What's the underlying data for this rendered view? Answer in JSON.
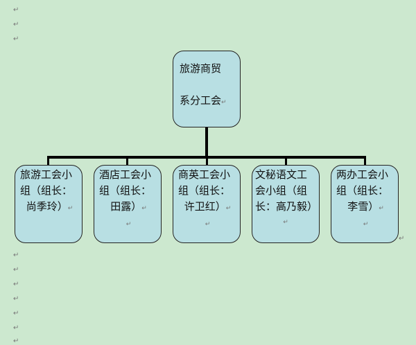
{
  "paragraph_mark": "↵",
  "root": {
    "lines": [
      "旅游商贸",
      "系分工会"
    ]
  },
  "children": [
    {
      "lines": [
        "旅游工会小",
        "组（组长：",
        "尚季玲）"
      ]
    },
    {
      "lines": [
        "酒店工会小",
        "组（组长：",
        "田露）"
      ]
    },
    {
      "lines": [
        "商英工会小",
        "组（组长：",
        "许卫红）"
      ]
    },
    {
      "lines": [
        "文秘语文工",
        "会小组（组",
        "长：高乃毅）"
      ]
    },
    {
      "lines": [
        "两办工会小",
        "组（组长：",
        "李雪）"
      ]
    }
  ]
}
